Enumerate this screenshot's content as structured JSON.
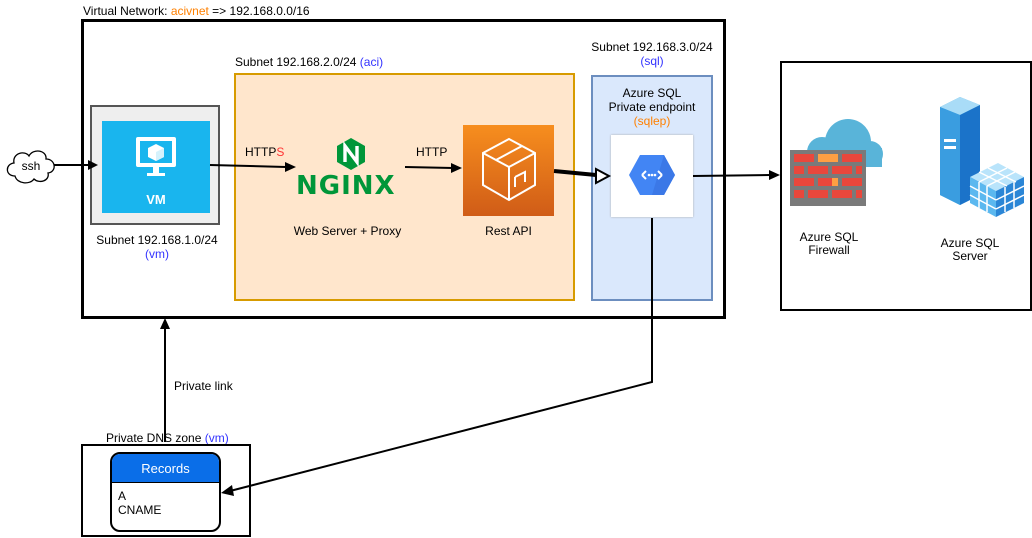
{
  "vnet": {
    "prefix": "Virtual Network: ",
    "name": "acivnet",
    "suffix": " => 192.168.0.0/16"
  },
  "vm": {
    "label": "VM",
    "subnet": "Subnet 192.168.1.0/24",
    "subnet_tag": "(vm)"
  },
  "aci": {
    "subnet_prefix": "Subnet 192.168.2.0/24 ",
    "subnet_tag": "(aci)",
    "nginx_logo": "NGINX",
    "nginx_caption": "Web Server + Proxy",
    "api_caption": "Rest API"
  },
  "sql_subnet": {
    "subnet": "Subnet 192.168.3.0/24",
    "subnet_tag": "(sql)",
    "endpoint_line1": "Azure SQL",
    "endpoint_line2": "Private endpoint",
    "endpoint_tag": "(sqlep)"
  },
  "azure": {
    "firewall_line1": "Azure SQL",
    "firewall_line2": "Firewall",
    "server_line1": "Azure SQL",
    "server_line2": "Server"
  },
  "ssh": "ssh",
  "edges": {
    "https_prefix": "HTTP",
    "https_suffix": "S",
    "http": "HTTP",
    "private_link": "Private link"
  },
  "dns": {
    "title_prefix": "Private DNS zone ",
    "title_tag": "(vm)",
    "records_title": "Records",
    "records": [
      "A",
      "CNAME"
    ]
  },
  "colors": {
    "vm": "#19b5ee",
    "aci_fill": "#ffe6cc",
    "aci_border": "#d79b00",
    "sql_fill": "#dae8fc",
    "sql_border": "#6c8ebf",
    "records_header": "#0a6ee8",
    "nginx": "#009639",
    "tag_blue": "#3333ff",
    "tag_orange": "#ff8000"
  }
}
